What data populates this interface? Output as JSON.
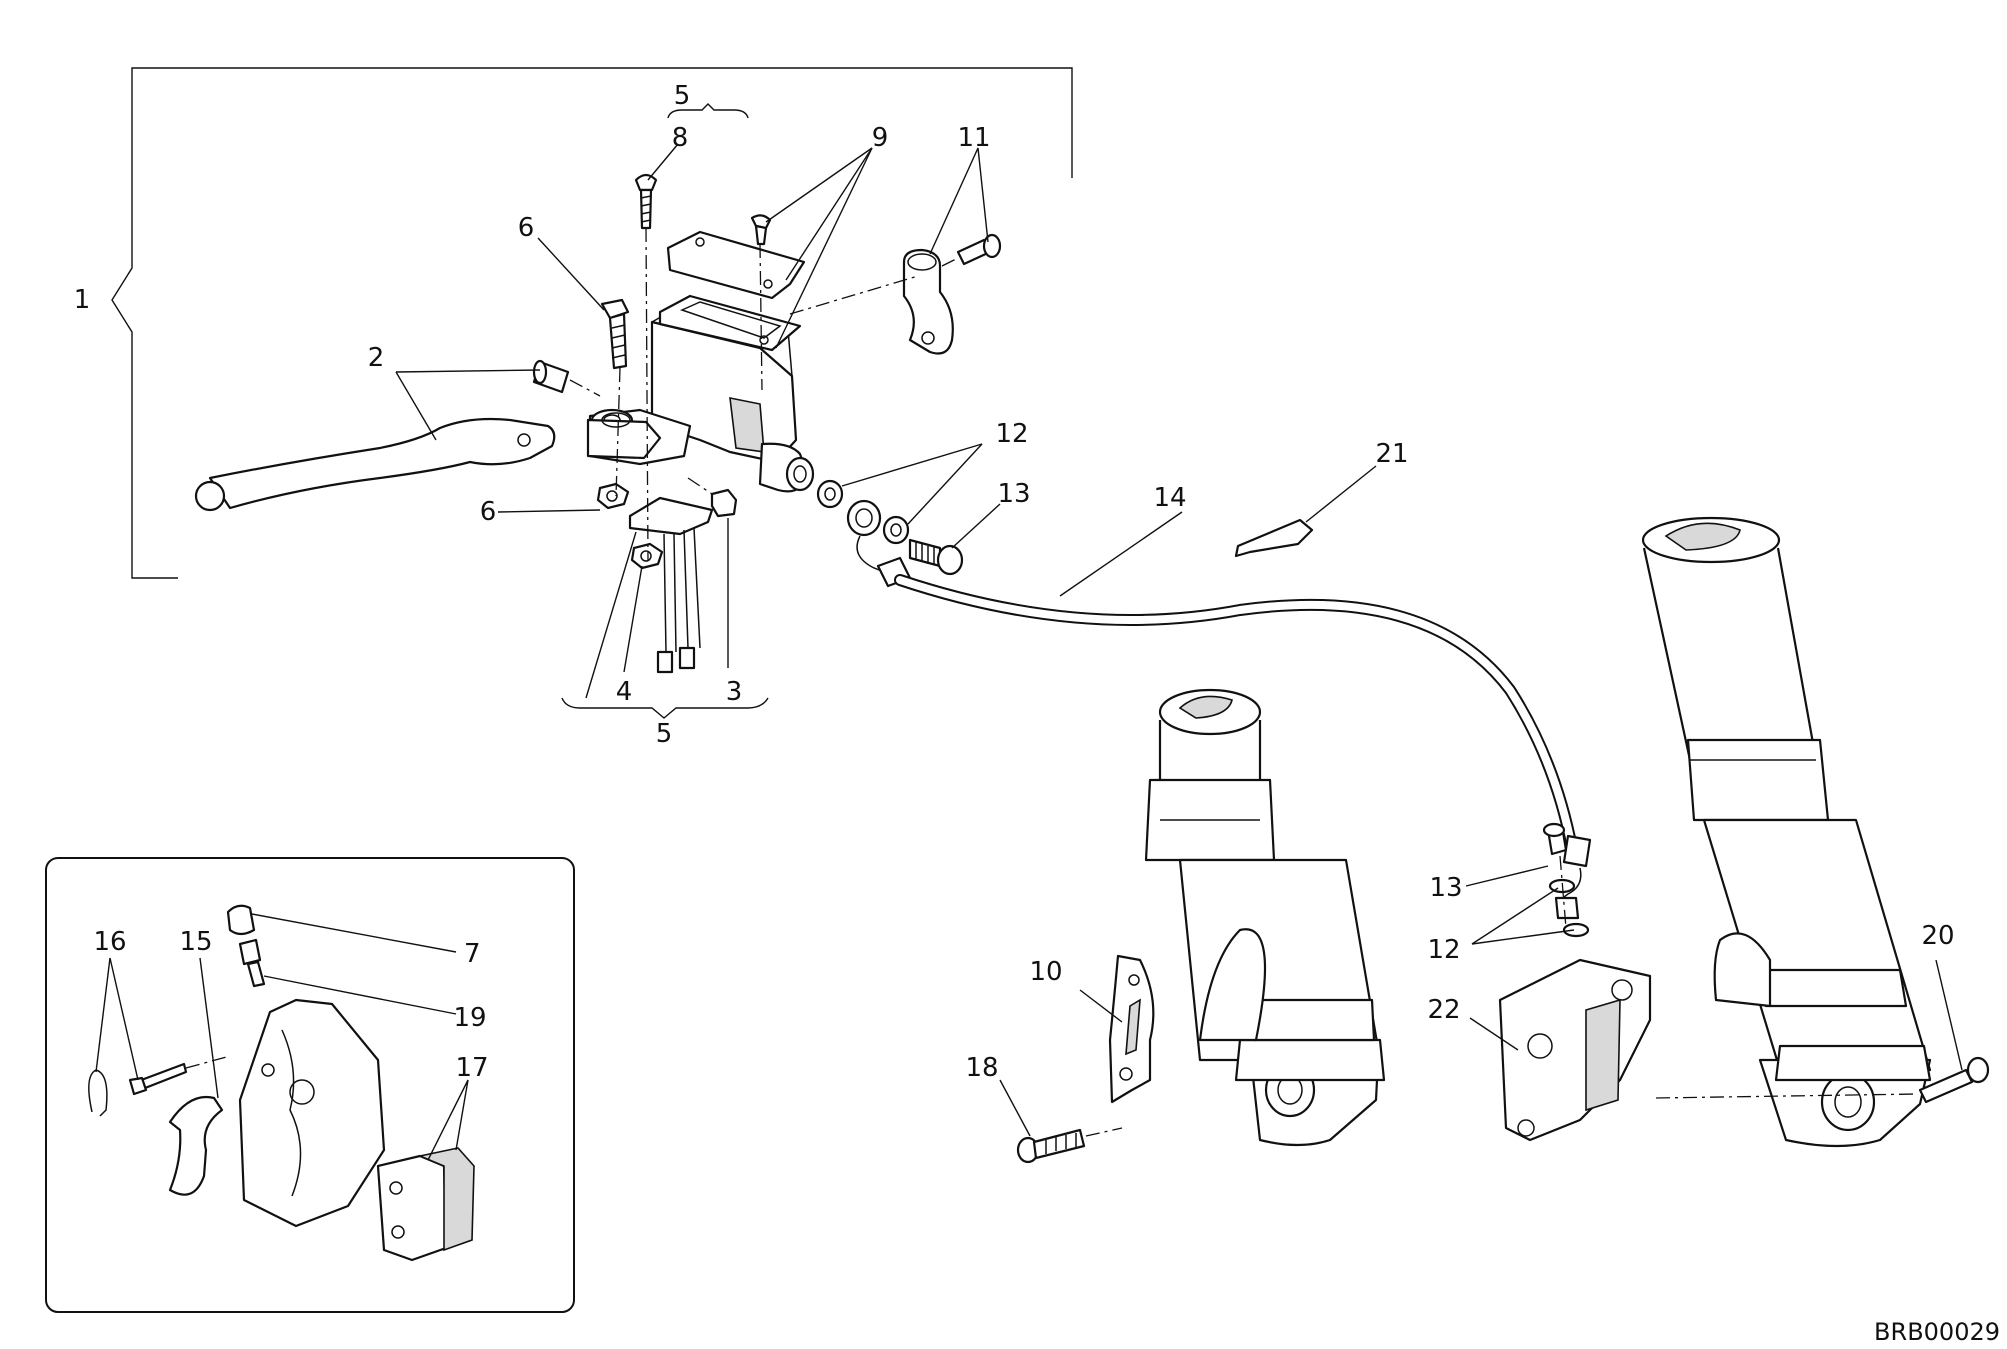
{
  "callouts": {
    "c1": "1",
    "c2": "2",
    "c3": "3",
    "c4": "4",
    "c5_top": "5",
    "c5_bottom": "5",
    "c6_top": "6",
    "c6_bottom": "6",
    "c7": "7",
    "c8": "8",
    "c9": "9",
    "c10": "10",
    "c11": "11",
    "c12_top": "12",
    "c12_bottom": "12",
    "c13_top": "13",
    "c13_bottom": "13",
    "c14": "14",
    "c15": "15",
    "c16": "16",
    "c17": "17",
    "c18": "18",
    "c19": "19",
    "c20": "20",
    "c21": "21",
    "c22": "22"
  },
  "diagram_code": "BRB00029"
}
